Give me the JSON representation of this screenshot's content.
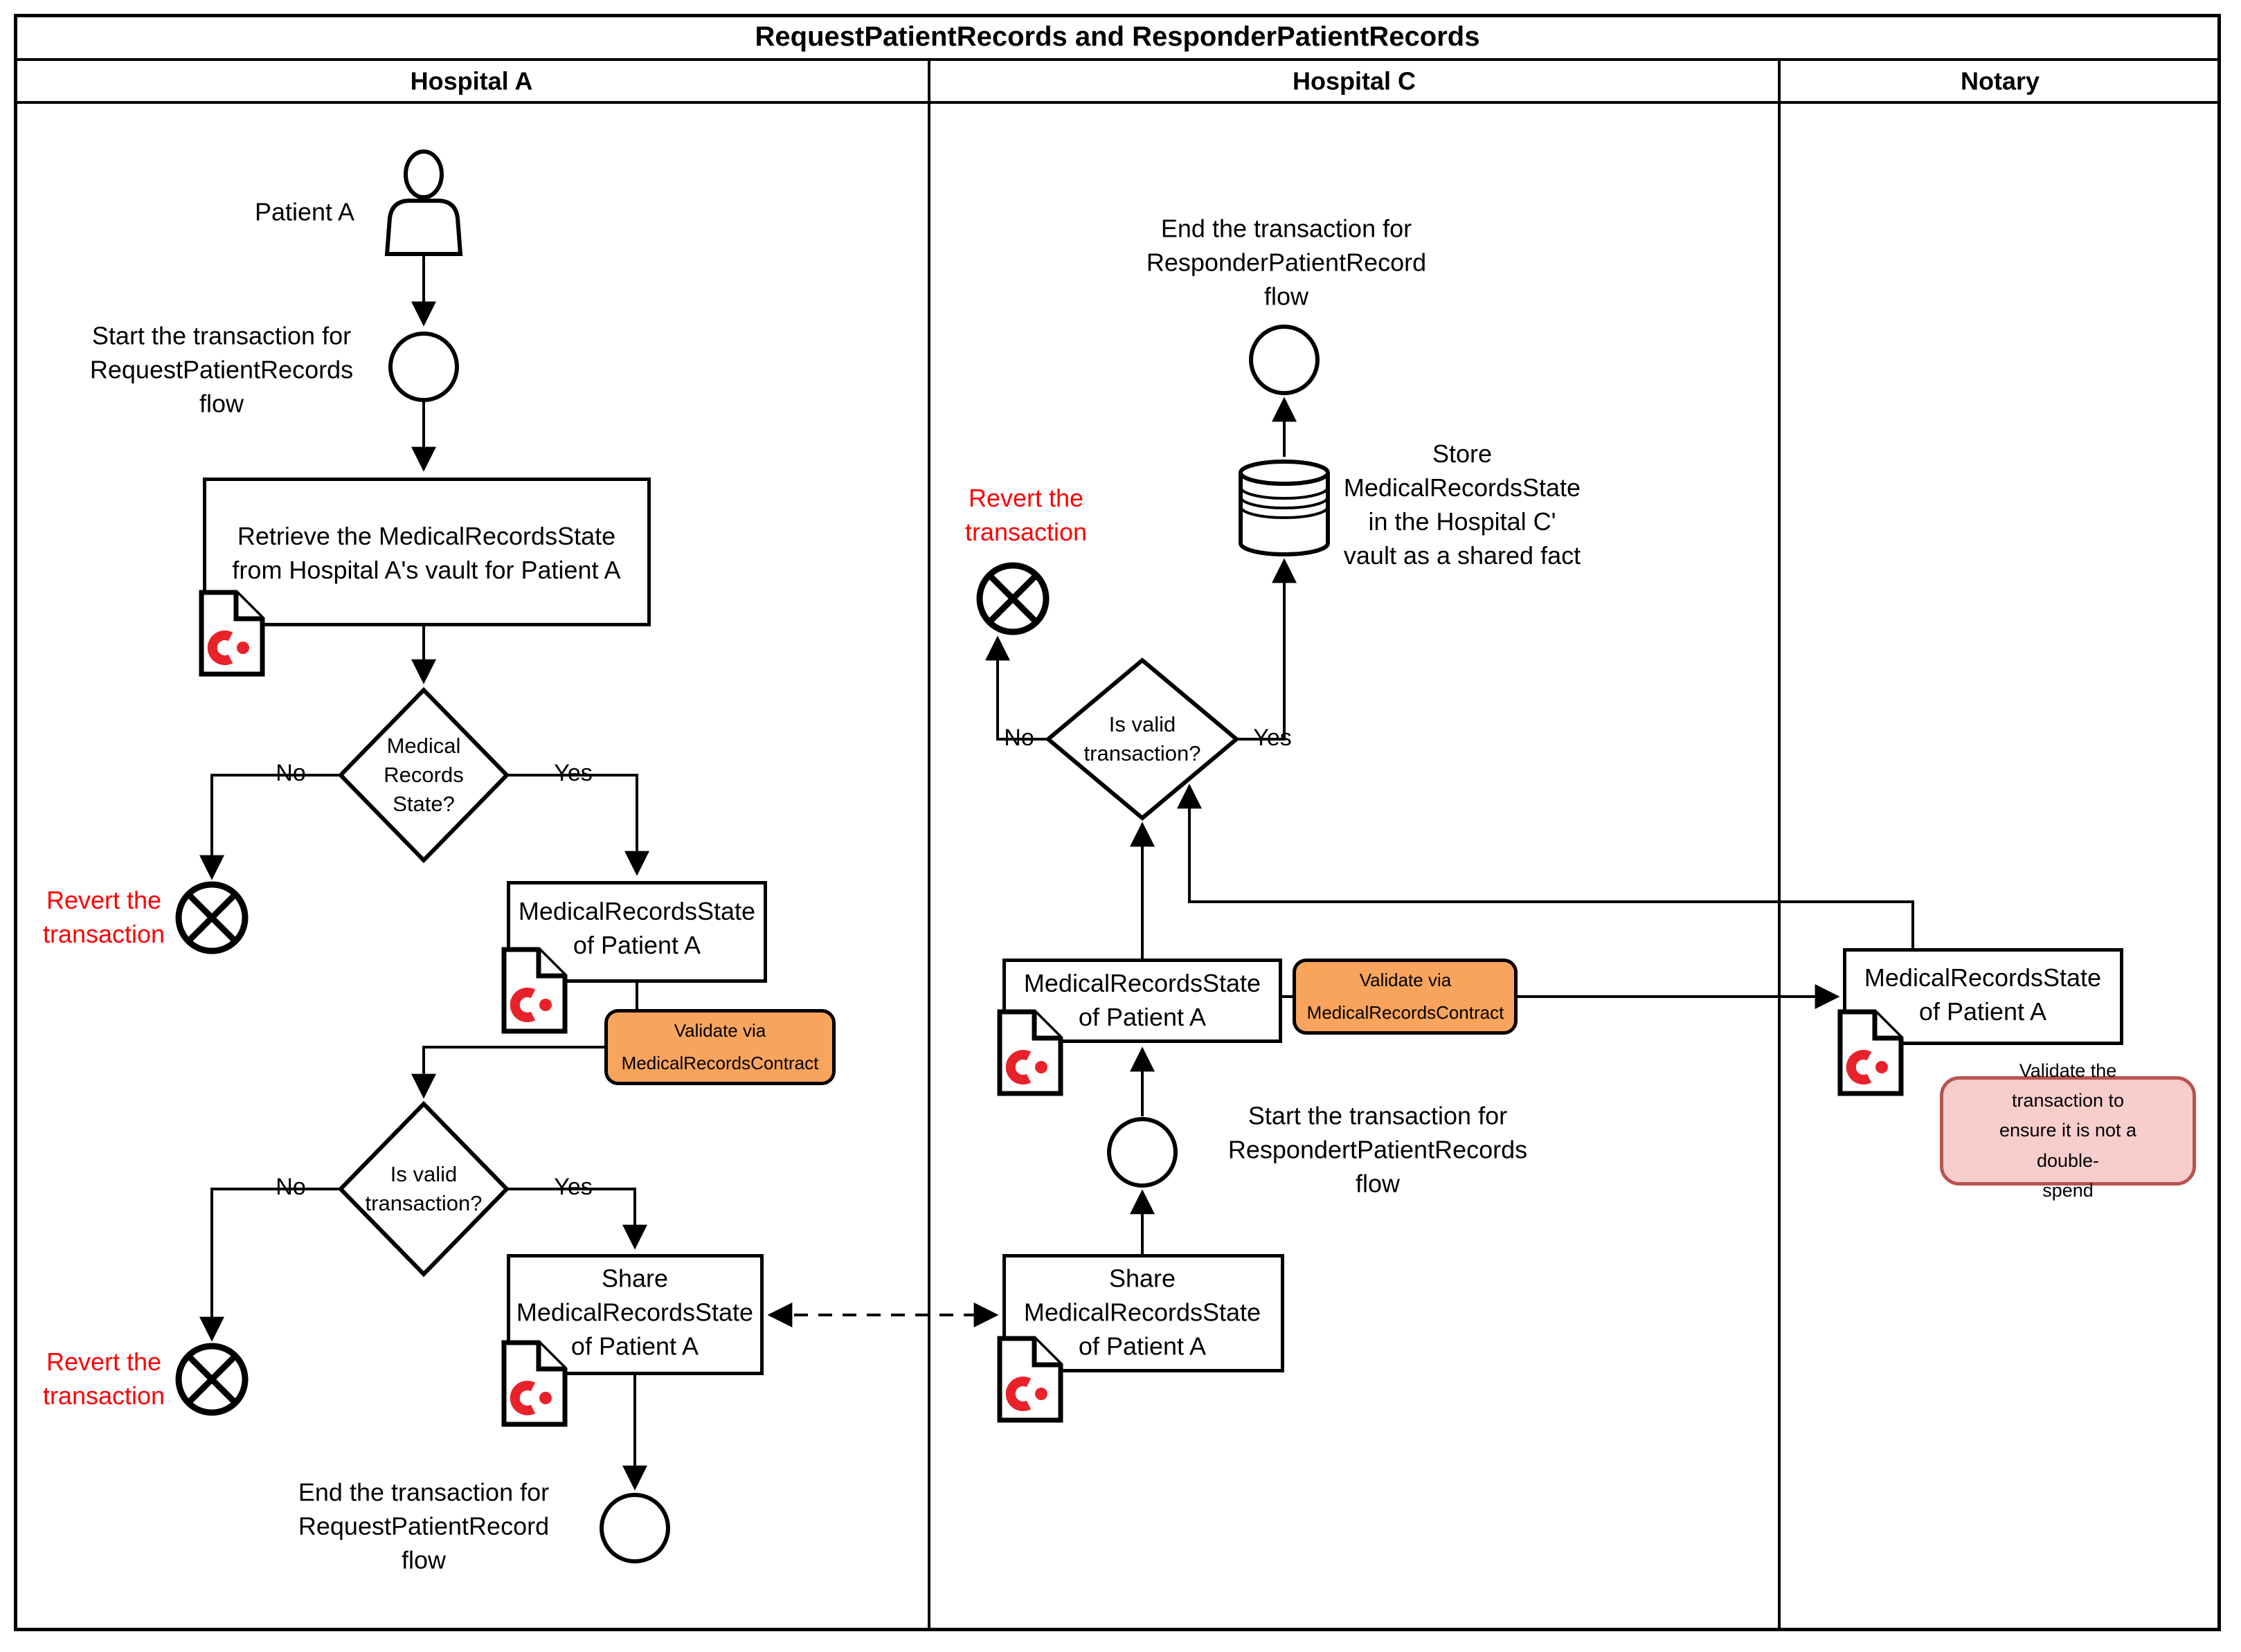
{
  "title": "RequestPatientRecords and ResponderPatientRecords",
  "lanes": {
    "hospital_a": "Hospital A",
    "hospital_c": "Hospital C",
    "notary": "Notary"
  },
  "colors": {
    "validate_orange_fill": "#F8A45C",
    "note_pink_fill": "#F8CECC",
    "note_pink_border": "#B85450",
    "revert_red_text": "#FE0000",
    "corda_logo_red": "#E8222B",
    "line_black": "#000000"
  },
  "hospital_a": {
    "patient": "Patient A",
    "start_note": "Start the transaction for\nRequestPatientRecords\nflow",
    "retrieve_task": "Retrieve the MedicalRecordsState\nfrom Hospital A's vault for Patient A",
    "decision_records": "Medical\nRecords\nState?",
    "decision_records_no": "No",
    "decision_records_yes": "Yes",
    "revert_1": "Revert the\ntransaction",
    "state_box": "MedicalRecordsState\nof Patient A",
    "validate_via": "Validate via\nMedicalRecordsContract",
    "decision_valid": "Is valid\ntransaction?",
    "decision_valid_no": "No",
    "decision_valid_yes": "Yes",
    "revert_2": "Revert the\ntransaction",
    "share_task": "Share\nMedicalRecordsState\nof Patient A",
    "end_note": "End the transaction for\nRequestPatientRecord\nflow"
  },
  "hospital_c": {
    "end_note": "End the transaction for\nResponderPatientRecord\nflow",
    "store_note": "Store\nMedicalRecordsState\nin the Hospital C'\nvault as a shared fact",
    "revert": "Revert the\ntransaction",
    "decision_valid": "Is valid\ntransaction?",
    "decision_valid_no": "No",
    "decision_valid_yes": "Yes",
    "state_box": "MedicalRecordsState\nof Patient A",
    "validate_via": "Validate via\nMedicalRecordsContract",
    "start_note": "Start the transaction for\nRespondertPatientRecords\nflow",
    "share_task": "Share\nMedicalRecordsState\nof Patient A"
  },
  "notary": {
    "state_box": "MedicalRecordsState\nof Patient A",
    "note": "Validate the transaction to\nensure it is not a double-\nspend"
  }
}
